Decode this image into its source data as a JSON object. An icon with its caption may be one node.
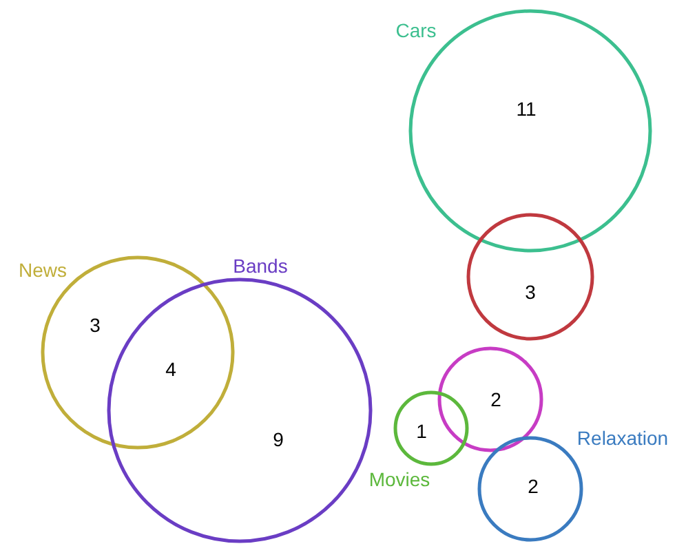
{
  "diagram": {
    "nodes": [
      {
        "text": [
          "Cars",
          "11"
        ]
      },
      {
        "text": [
          "3"
        ]
      },
      {
        "text": [
          "News",
          "3"
        ]
      },
      {
        "text": [
          "Bands",
          "9"
        ]
      },
      {
        "text": [
          "2"
        ]
      },
      {
        "text": [
          "1",
          "Movies"
        ]
      },
      {
        "text": [
          "Relaxation",
          "2"
        ]
      }
    ],
    "edges": [],
    "labels": [
      "4"
    ]
  }
}
